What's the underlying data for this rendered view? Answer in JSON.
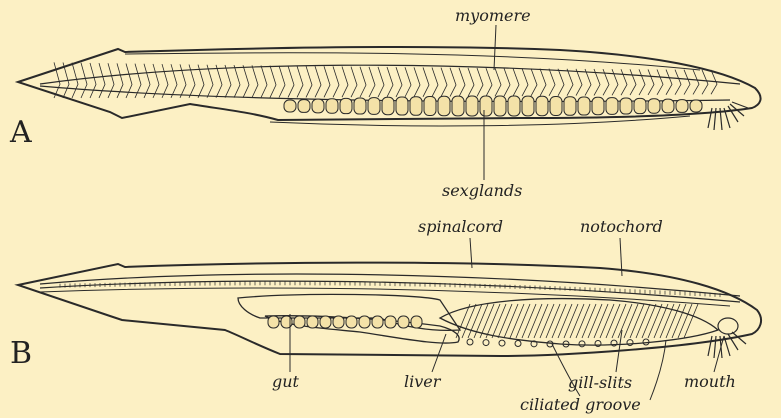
{
  "figure": {
    "panel_a": {
      "letter": "A",
      "labels": {
        "myomere": "myomere",
        "sexglands": "sexglands"
      }
    },
    "panel_b": {
      "letter": "B",
      "labels": {
        "spinalcord": "spinalcord",
        "notochord": "notochord",
        "gut": "gut",
        "liver": "liver",
        "gill_slits": "gill-slits",
        "ciliated_groove": "ciliated groove",
        "mouth": "mouth"
      }
    }
  },
  "colors": {
    "paper": "#fcf0c4",
    "ink": "#2a2a2a"
  }
}
